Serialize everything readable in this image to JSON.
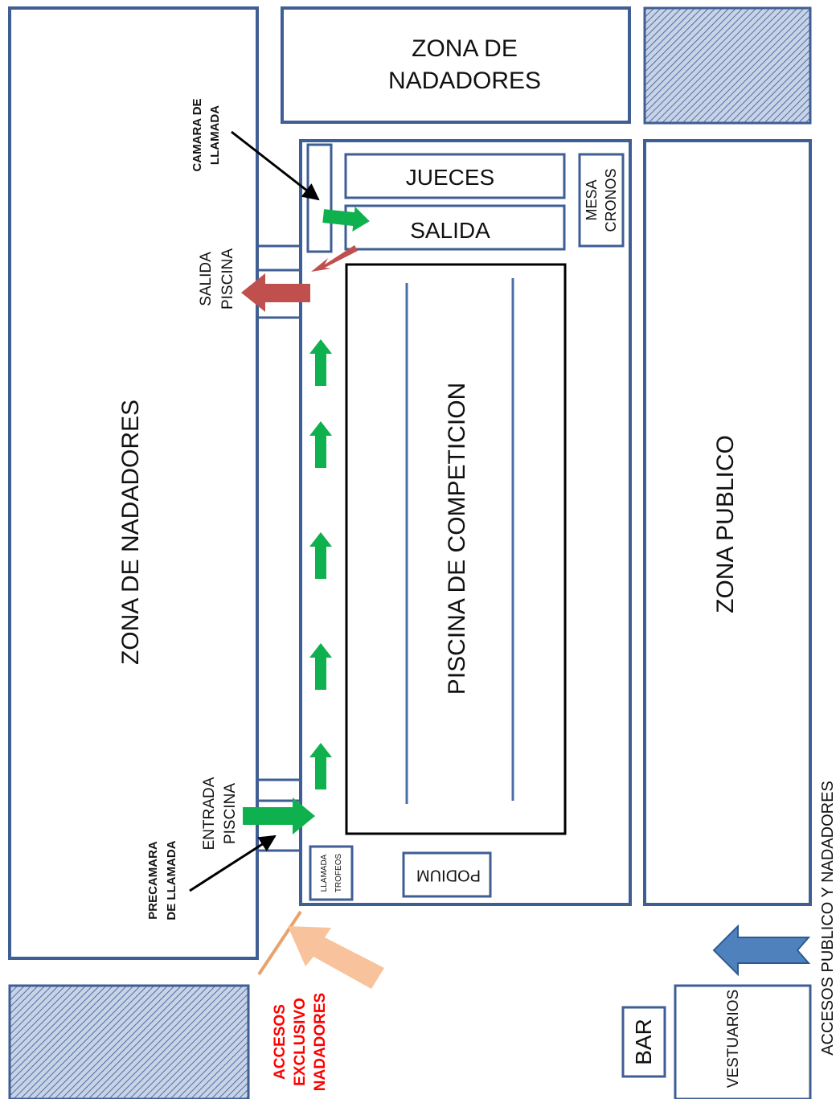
{
  "labels": {
    "zona_nadadores_top_line1": "ZONA DE",
    "zona_nadadores_top_line2": "NADADORES",
    "zona_nadadores_left": "ZONA DE NADADORES",
    "camara_line1": "CAMARA DE",
    "camara_line2": "LLAMADA",
    "jueces": "JUECES",
    "salida": "SALIDA",
    "mesa_line1": "MESA",
    "mesa_line2": "CRONOS",
    "salida_piscina_line1": "SALIDA",
    "salida_piscina_line2": "PISCINA",
    "piscina": "PISCINA DE COMPETICION",
    "zona_publico": "ZONA PUBLICO",
    "entrada_line1": "ENTRADA",
    "entrada_line2": "PISCINA",
    "precamara_line1": "PRECAMARA",
    "precamara_line2": "DE LLAMADA",
    "llamada_line1": "LLAMADA",
    "llamada_line2": "TROFEOS",
    "podium": "PODIUM",
    "accesos_nad_line1": "ACCESOS",
    "accesos_nad_line2": "EXCLUSIVO",
    "accesos_nad_line3": "NADADORES",
    "bar": "BAR",
    "vestuarios": "VESTUARIOS",
    "accesos_publico": "ACCESOS PUBLICO Y NADADORES"
  },
  "colors": {
    "zone_border": "#3e5e94",
    "green_arrow": "#0fb04e",
    "red_arrow": "#c0504d",
    "orange_arrow": "#f8c39c",
    "blue_arrow": "#4f81bd",
    "red_text": "#ff0000"
  }
}
